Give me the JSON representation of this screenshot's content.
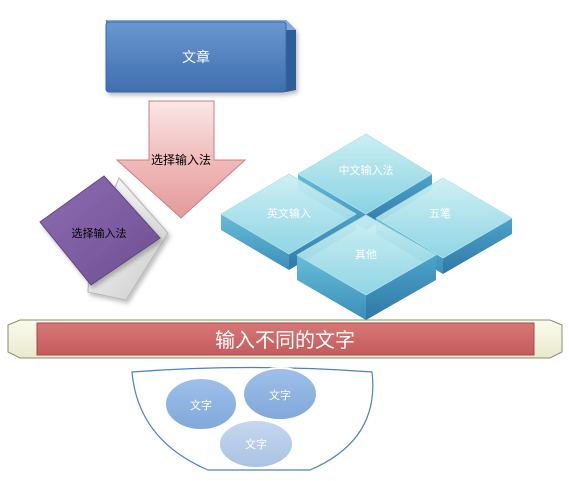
{
  "diagram": {
    "top_box": {
      "label": "文章"
    },
    "arrow": {
      "label": "选择输入法"
    },
    "purple_card": {
      "label": "选择输入法"
    },
    "tiles": {
      "back": "中文输入法",
      "left": "英文输入",
      "right": "五笔",
      "front": "其他"
    },
    "banner": {
      "label": "输入不同的文字"
    },
    "bubbles": [
      "文字",
      "文字",
      "文字"
    ]
  },
  "colors": {
    "box_blue": "#4f81bd",
    "arrow_pink": "#e6b9b8",
    "card_purple": "#8064a2",
    "tile_cyan": "#4bacc6",
    "banner_red": "#c0504d",
    "bubble_blue": "#8db3e2"
  }
}
